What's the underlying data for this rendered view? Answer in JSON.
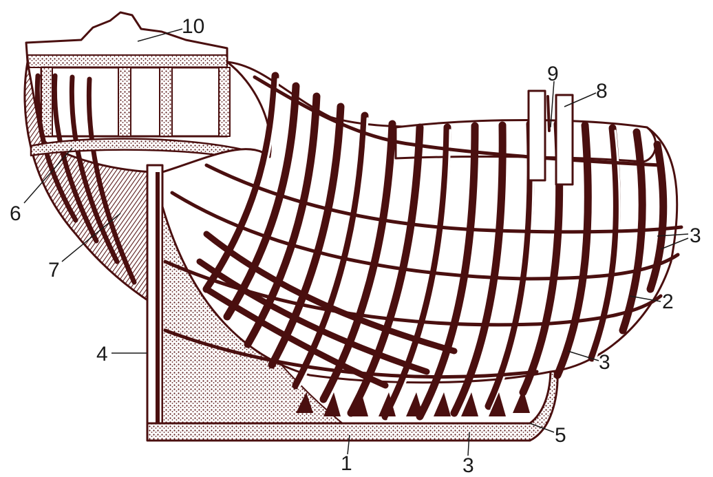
{
  "diagram": {
    "colors": {
      "ink": "#4a0f0f",
      "paper": "#ffffff",
      "label": "#1a1a1a",
      "hatch": "#6a4040"
    },
    "labels": {
      "keel": "1",
      "frame_timber": "2",
      "stringer_upper_a": "3",
      "stringer_upper_b": "3",
      "stringer_lower": "3",
      "stringer_bottom": "3",
      "sternpost": "4",
      "stem_foot": "5",
      "stern_deck": "6",
      "stern_knee": "7",
      "bitt_post": "8",
      "bitt_post_pair": "9",
      "stern_carving": "10"
    }
  }
}
